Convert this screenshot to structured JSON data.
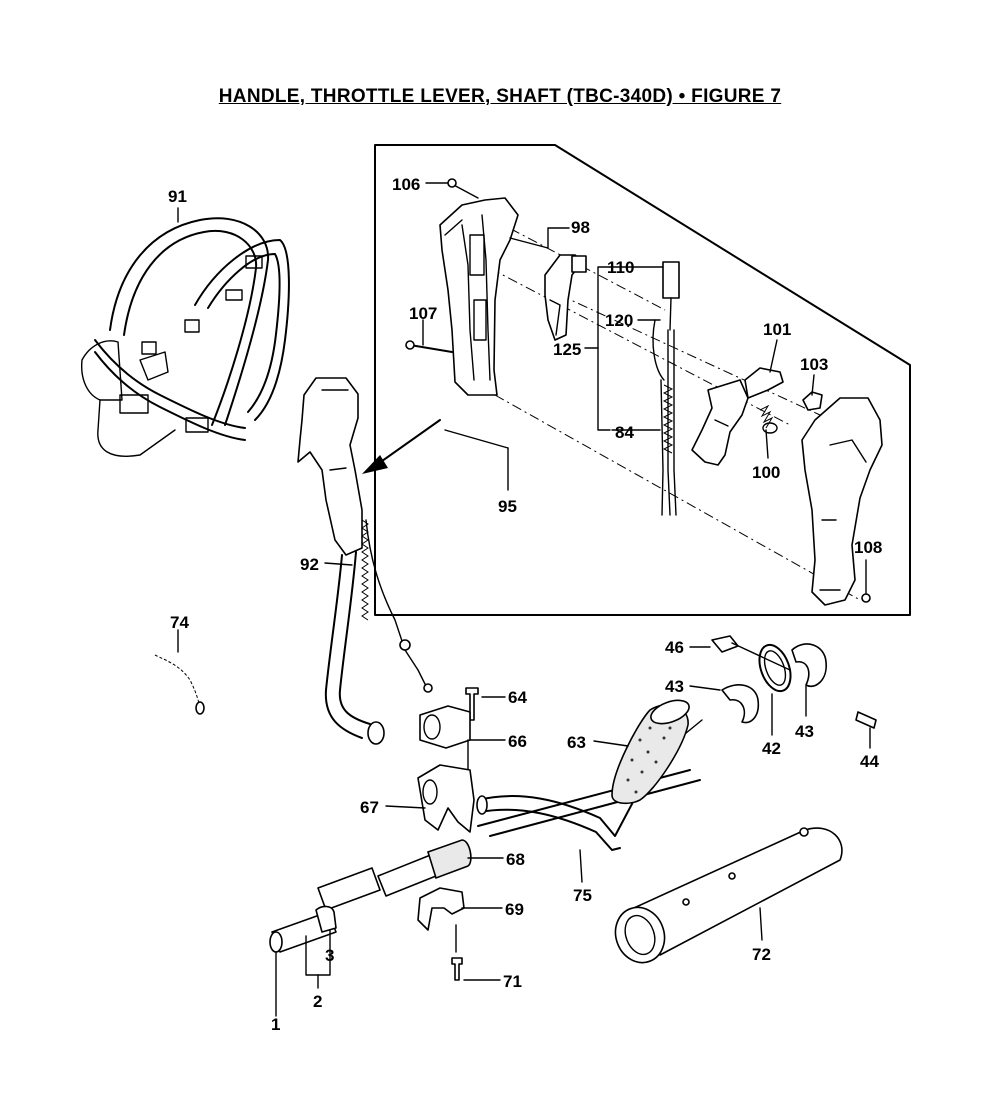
{
  "title": "HANDLE, THROTTLE LEVER, SHAFT (TBC-340D)  •  FIGURE  7",
  "callouts": {
    "c91": "91",
    "c92": "92",
    "c74": "74",
    "c95": "95",
    "c106": "106",
    "c98": "98",
    "c110": "110",
    "c107": "107",
    "c120": "120",
    "c125": "125",
    "c101": "101",
    "c103": "103",
    "c84": "84",
    "c100": "100",
    "c108": "108",
    "c46": "46",
    "c43a": "43",
    "c42": "42",
    "c43b": "43",
    "c44": "44",
    "c64": "64",
    "c66": "66",
    "c63": "63",
    "c67": "67",
    "c68": "68",
    "c75": "75",
    "c69": "69",
    "c72": "72",
    "c71": "71",
    "c1": "1",
    "c2": "2",
    "c3": "3"
  }
}
